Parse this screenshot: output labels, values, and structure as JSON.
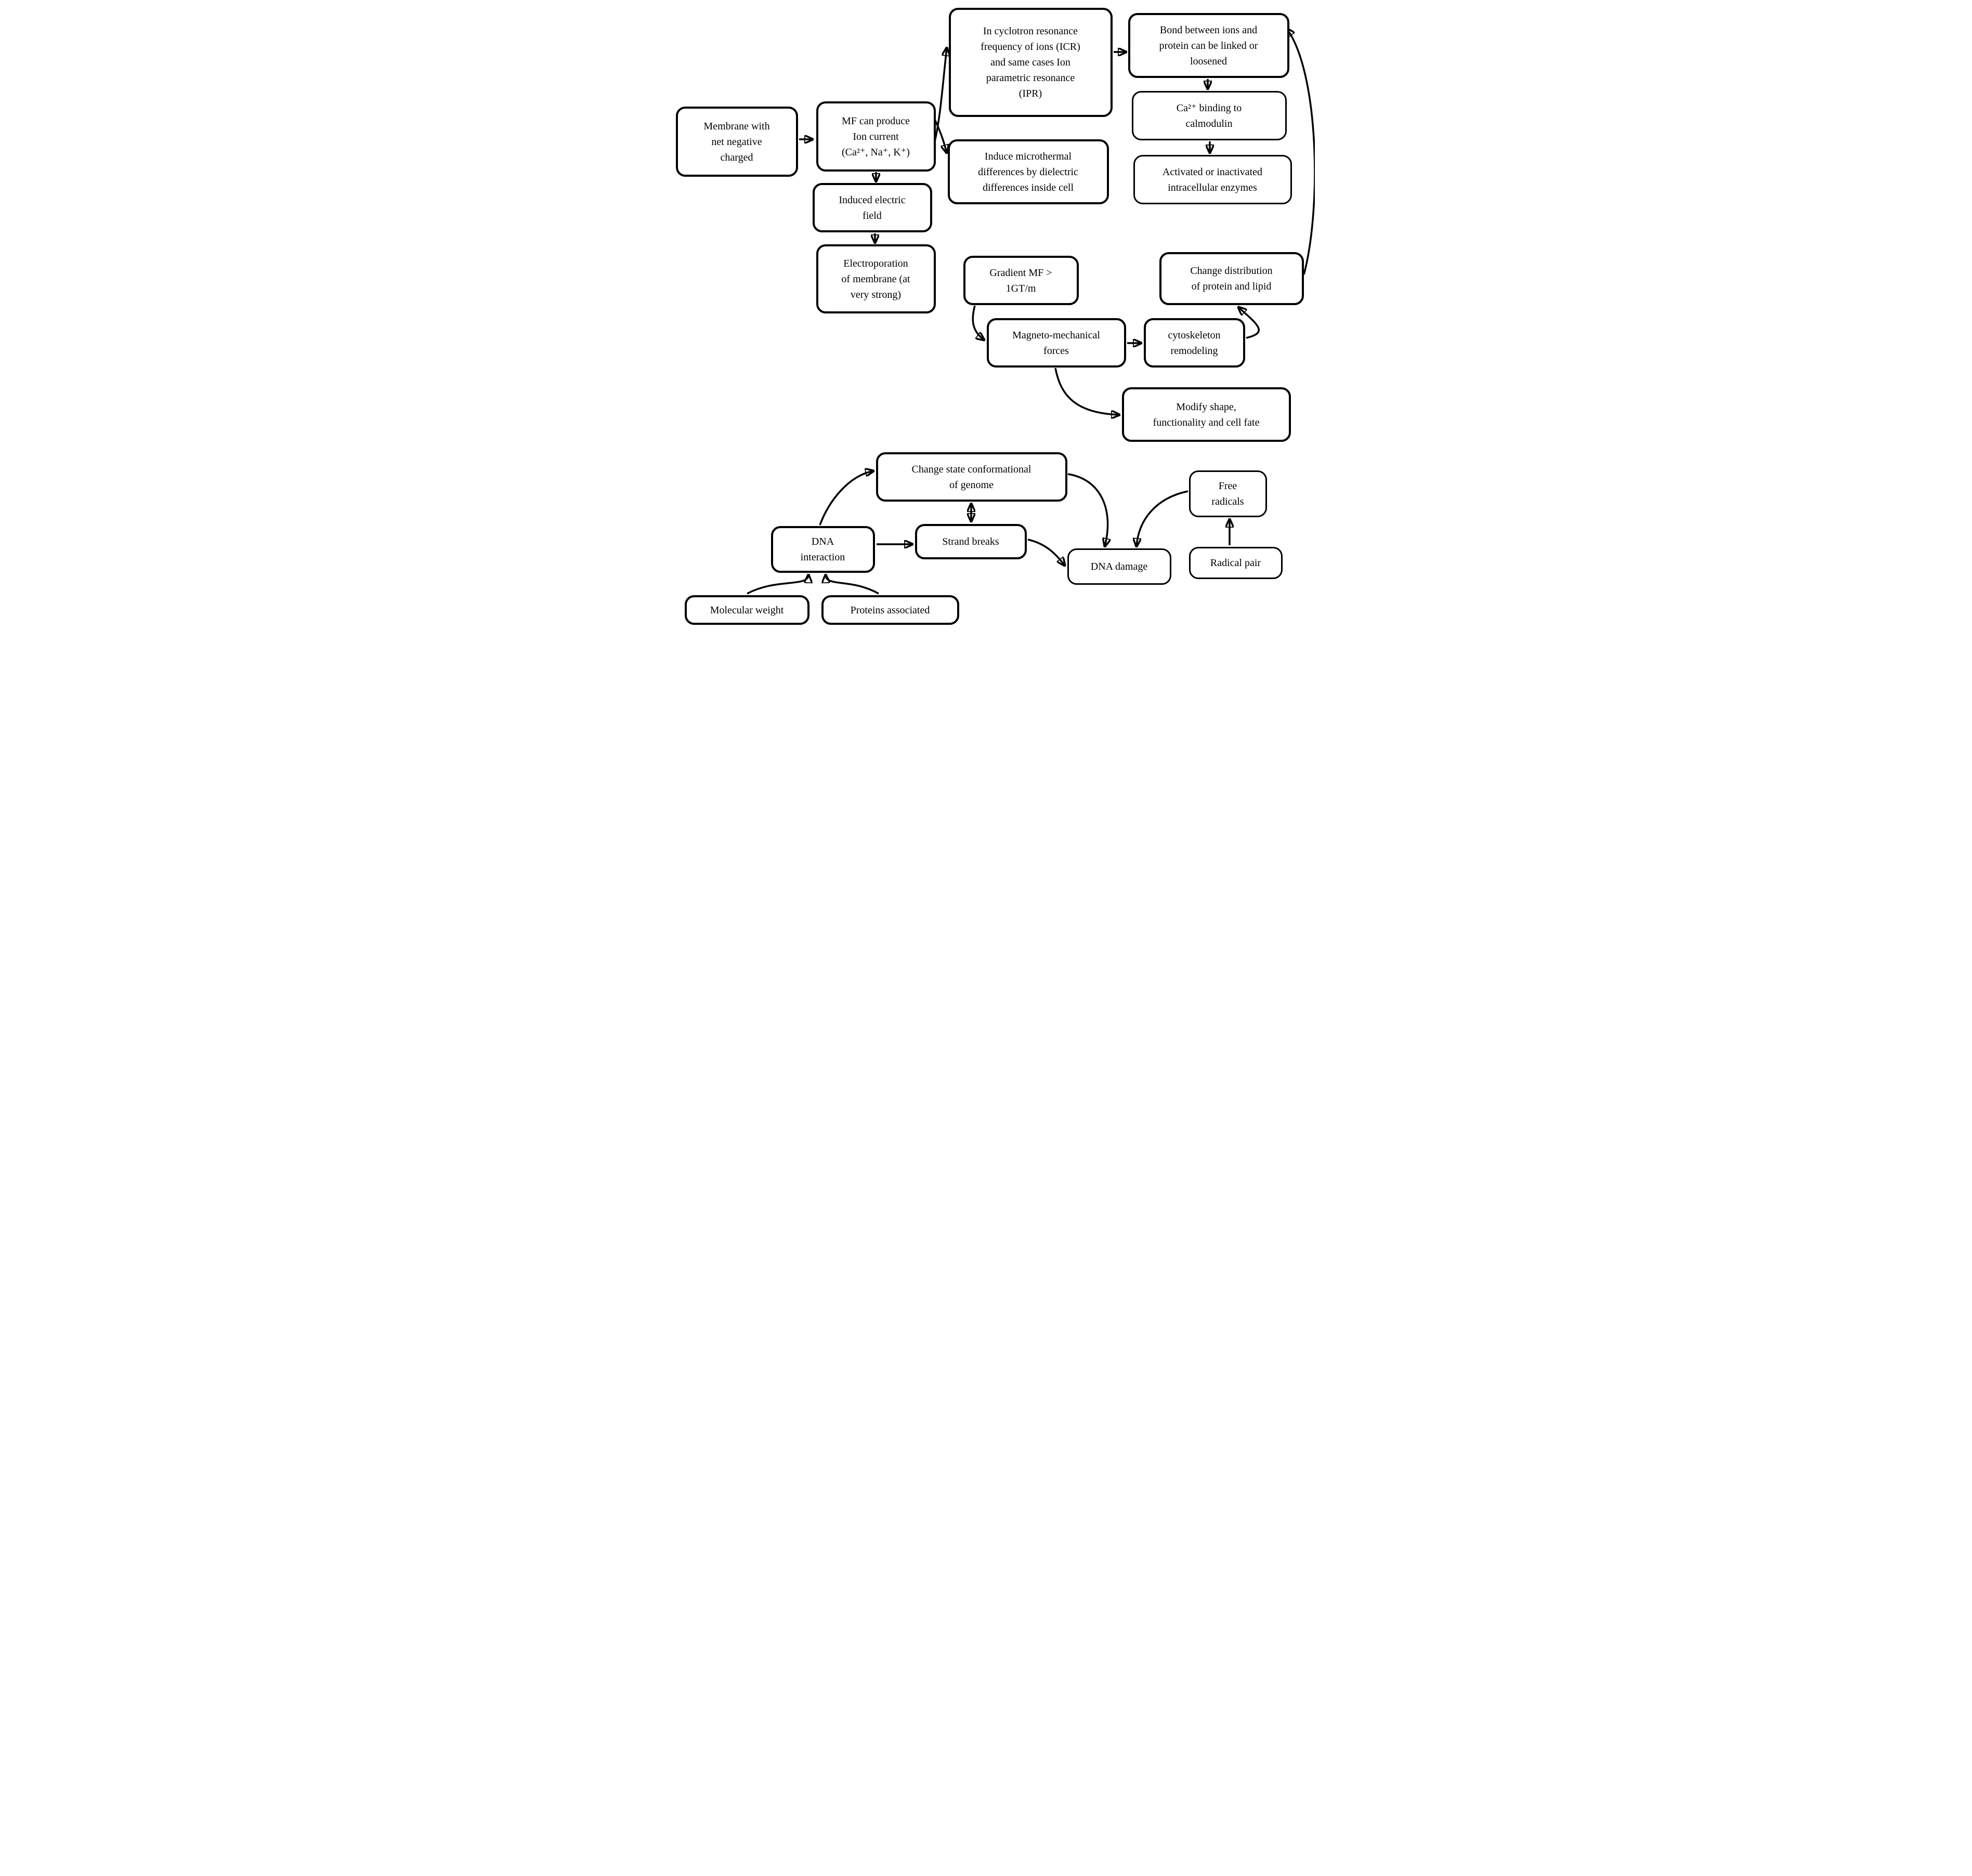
{
  "diagram": {
    "background_color": "#ffffff",
    "line_color": "#000000",
    "nodes": {
      "membrane": {
        "label": "Membrane with\nnet negative\ncharged"
      },
      "mf_ion_current": {
        "label": "MF can produce\nIon current\n(Ca²⁺, Na⁺, K⁺)"
      },
      "icr_ipr": {
        "label": "In cyclotron resonance\nfrequency of ions (ICR)\nand same cases Ion\nparametric resonance\n(IPR)"
      },
      "bond_ions_protein": {
        "label": "Bond between ions and\nprotein can be linked or\nloosened"
      },
      "ca_binding": {
        "label": "Ca²⁺ binding to\ncalmodulin"
      },
      "enzymes": {
        "label": "Activated or inactivated\nintracellular enzymes"
      },
      "microthermal": {
        "label": "Induce microthermal\ndifferences by dielectric\ndifferences inside cell"
      },
      "induced_field": {
        "label": "Induced electric\nfield"
      },
      "electroporation": {
        "label": "Electroporation\nof membrane (at\nvery strong)"
      },
      "gradient_mf": {
        "label": "Gradient MF >\n1GT/m"
      },
      "change_distribution": {
        "label": "Change distribution\nof protein and lipid"
      },
      "magneto_forces": {
        "label": "Magneto-mechanical\nforces"
      },
      "cytoskeleton_remodeling": {
        "label": "cytoskeleton\nremodeling"
      },
      "modify_shape": {
        "label": "Modify shape,\nfunctionality and cell fate"
      },
      "genome_conformation": {
        "label": "Change state conformational\nof genome"
      },
      "dna_interaction": {
        "label": "DNA\ninteraction"
      },
      "strand_breaks": {
        "label": "Strand breaks"
      },
      "dna_damage": {
        "label": "DNA damage"
      },
      "free_radicals": {
        "label": "Free\nradicals"
      },
      "radical_pair": {
        "label": "Radical pair"
      },
      "molecular_weight": {
        "label": "Molecular weight"
      },
      "proteins_associated": {
        "label": "Proteins associated"
      }
    }
  }
}
